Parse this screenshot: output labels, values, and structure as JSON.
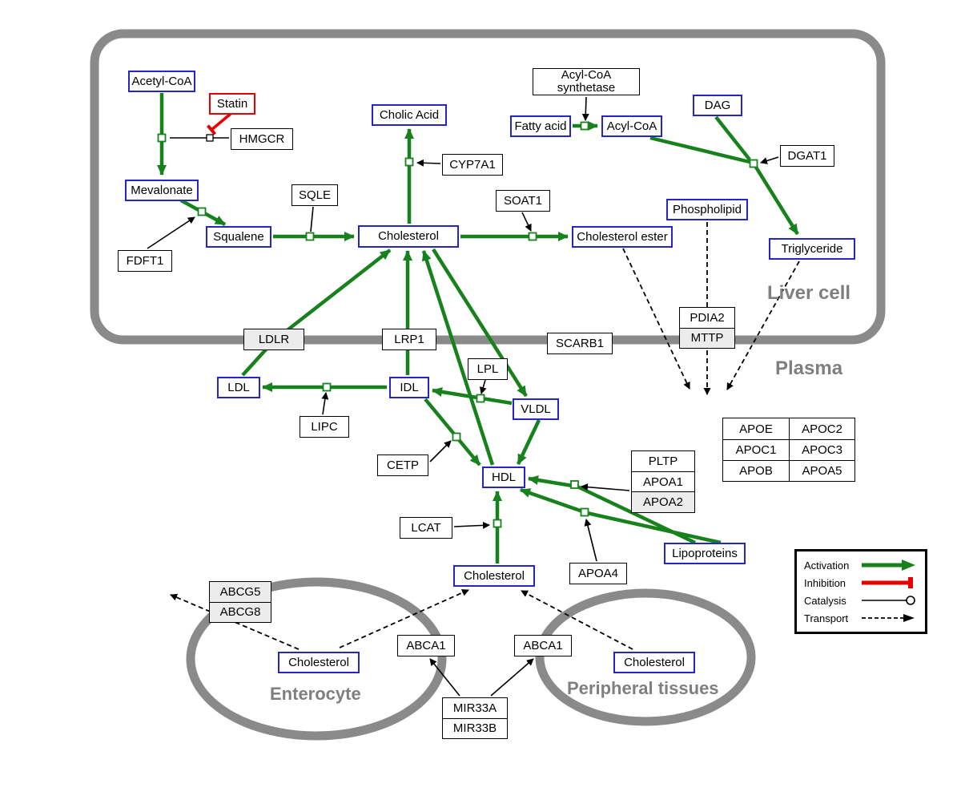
{
  "compartments": {
    "liver": "Liver cell",
    "plasma": "Plasma",
    "enterocyte": "Enterocyte",
    "peripheral": "Peripheral tissues"
  },
  "nodes": {
    "acetyl_coa": "Acetyl-CoA",
    "statin": "Statin",
    "hmgcr": "HMGCR",
    "mevalonate": "Mevalonate",
    "fdft1": "FDFT1",
    "squalene": "Squalene",
    "sqle": "SQLE",
    "cholic_acid": "Cholic Acid",
    "cyp7a1": "CYP7A1",
    "cholesterol_liver": "Cholesterol",
    "soat1": "SOAT1",
    "cholesterol_ester": "Cholesterol ester",
    "fatty_acid": "Fatty acid",
    "acyl_coa": "Acyl-CoA",
    "acyl_coa_synthetase": [
      "Acyl-CoA",
      "synthetase"
    ],
    "dag": "DAG",
    "dgat1": "DGAT1",
    "phospholipid": "Phospholipid",
    "triglyceride": "Triglyceride",
    "pdia2": "PDIA2",
    "mttp": "MTTP",
    "ldlr": "LDLR",
    "lrp1": "LRP1",
    "scarb1": "SCARB1",
    "ldl": "LDL",
    "idl": "IDL",
    "vldl": "VLDL",
    "lpl": "LPL",
    "lipc": "LIPC",
    "cetp": "CETP",
    "hdl": "HDL",
    "lcat": "LCAT",
    "pltp": "PLTP",
    "apoa1": "APOA1",
    "apoa2": "APOA2",
    "apoa4": "APOA4",
    "lipoproteins": "Lipoproteins",
    "apo_table": [
      [
        "APOE",
        "APOC2"
      ],
      [
        "APOC1",
        "APOC3"
      ],
      [
        "APOB",
        "APOA5"
      ]
    ],
    "abcg5": "ABCG5",
    "abcg8": "ABCG8",
    "abca1_left": "ABCA1",
    "abca1_right": "ABCA1",
    "mir33a": "MIR33A",
    "mir33b": "MIR33B",
    "cholesterol_plasma": "Cholesterol",
    "cholesterol_enterocyte": "Cholesterol",
    "cholesterol_peripheral": "Cholesterol"
  },
  "legend": {
    "activation": "Activation",
    "inhibition": "Inhibition",
    "catalysis": "Catalysis",
    "transport": "Transport"
  },
  "colors": {
    "activation_green": "#17821c",
    "inhibition_red": "#e80000",
    "metabolite_blue": "#2525c9",
    "compartment_gray": "#8a8a8a"
  }
}
